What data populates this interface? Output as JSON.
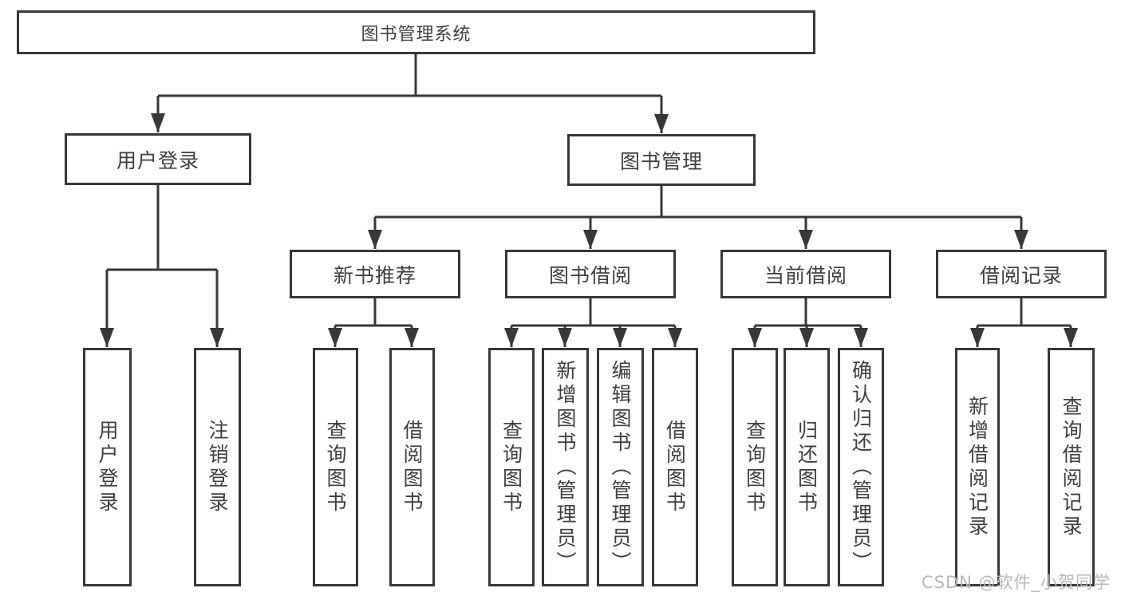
{
  "tree": {
    "root": "图书管理系统",
    "login": {
      "label": "用户登录",
      "leaves": [
        "用户登录",
        "注销登录"
      ]
    },
    "management": {
      "label": "图书管理",
      "modules": [
        {
          "label": "新书推荐",
          "leaves": [
            "查询图书",
            "借阅图书"
          ]
        },
        {
          "label": "图书借阅",
          "leaves": [
            "查询图书",
            "新增图书（管理员）",
            "编辑图书（管理员）",
            "借阅图书"
          ]
        },
        {
          "label": "当前借阅",
          "leaves": [
            "查询图书",
            "归还图书",
            "确认归还（管理员）"
          ]
        },
        {
          "label": "借阅记录",
          "leaves": [
            "新增借阅记录",
            "查询借阅记录"
          ]
        }
      ]
    }
  },
  "watermark": "CSDN @软件_小贺同学",
  "colors": {
    "line": "#383838",
    "text": "#3f3f3f",
    "watermark": "#b8b8b8",
    "background": "#ffffff"
  }
}
